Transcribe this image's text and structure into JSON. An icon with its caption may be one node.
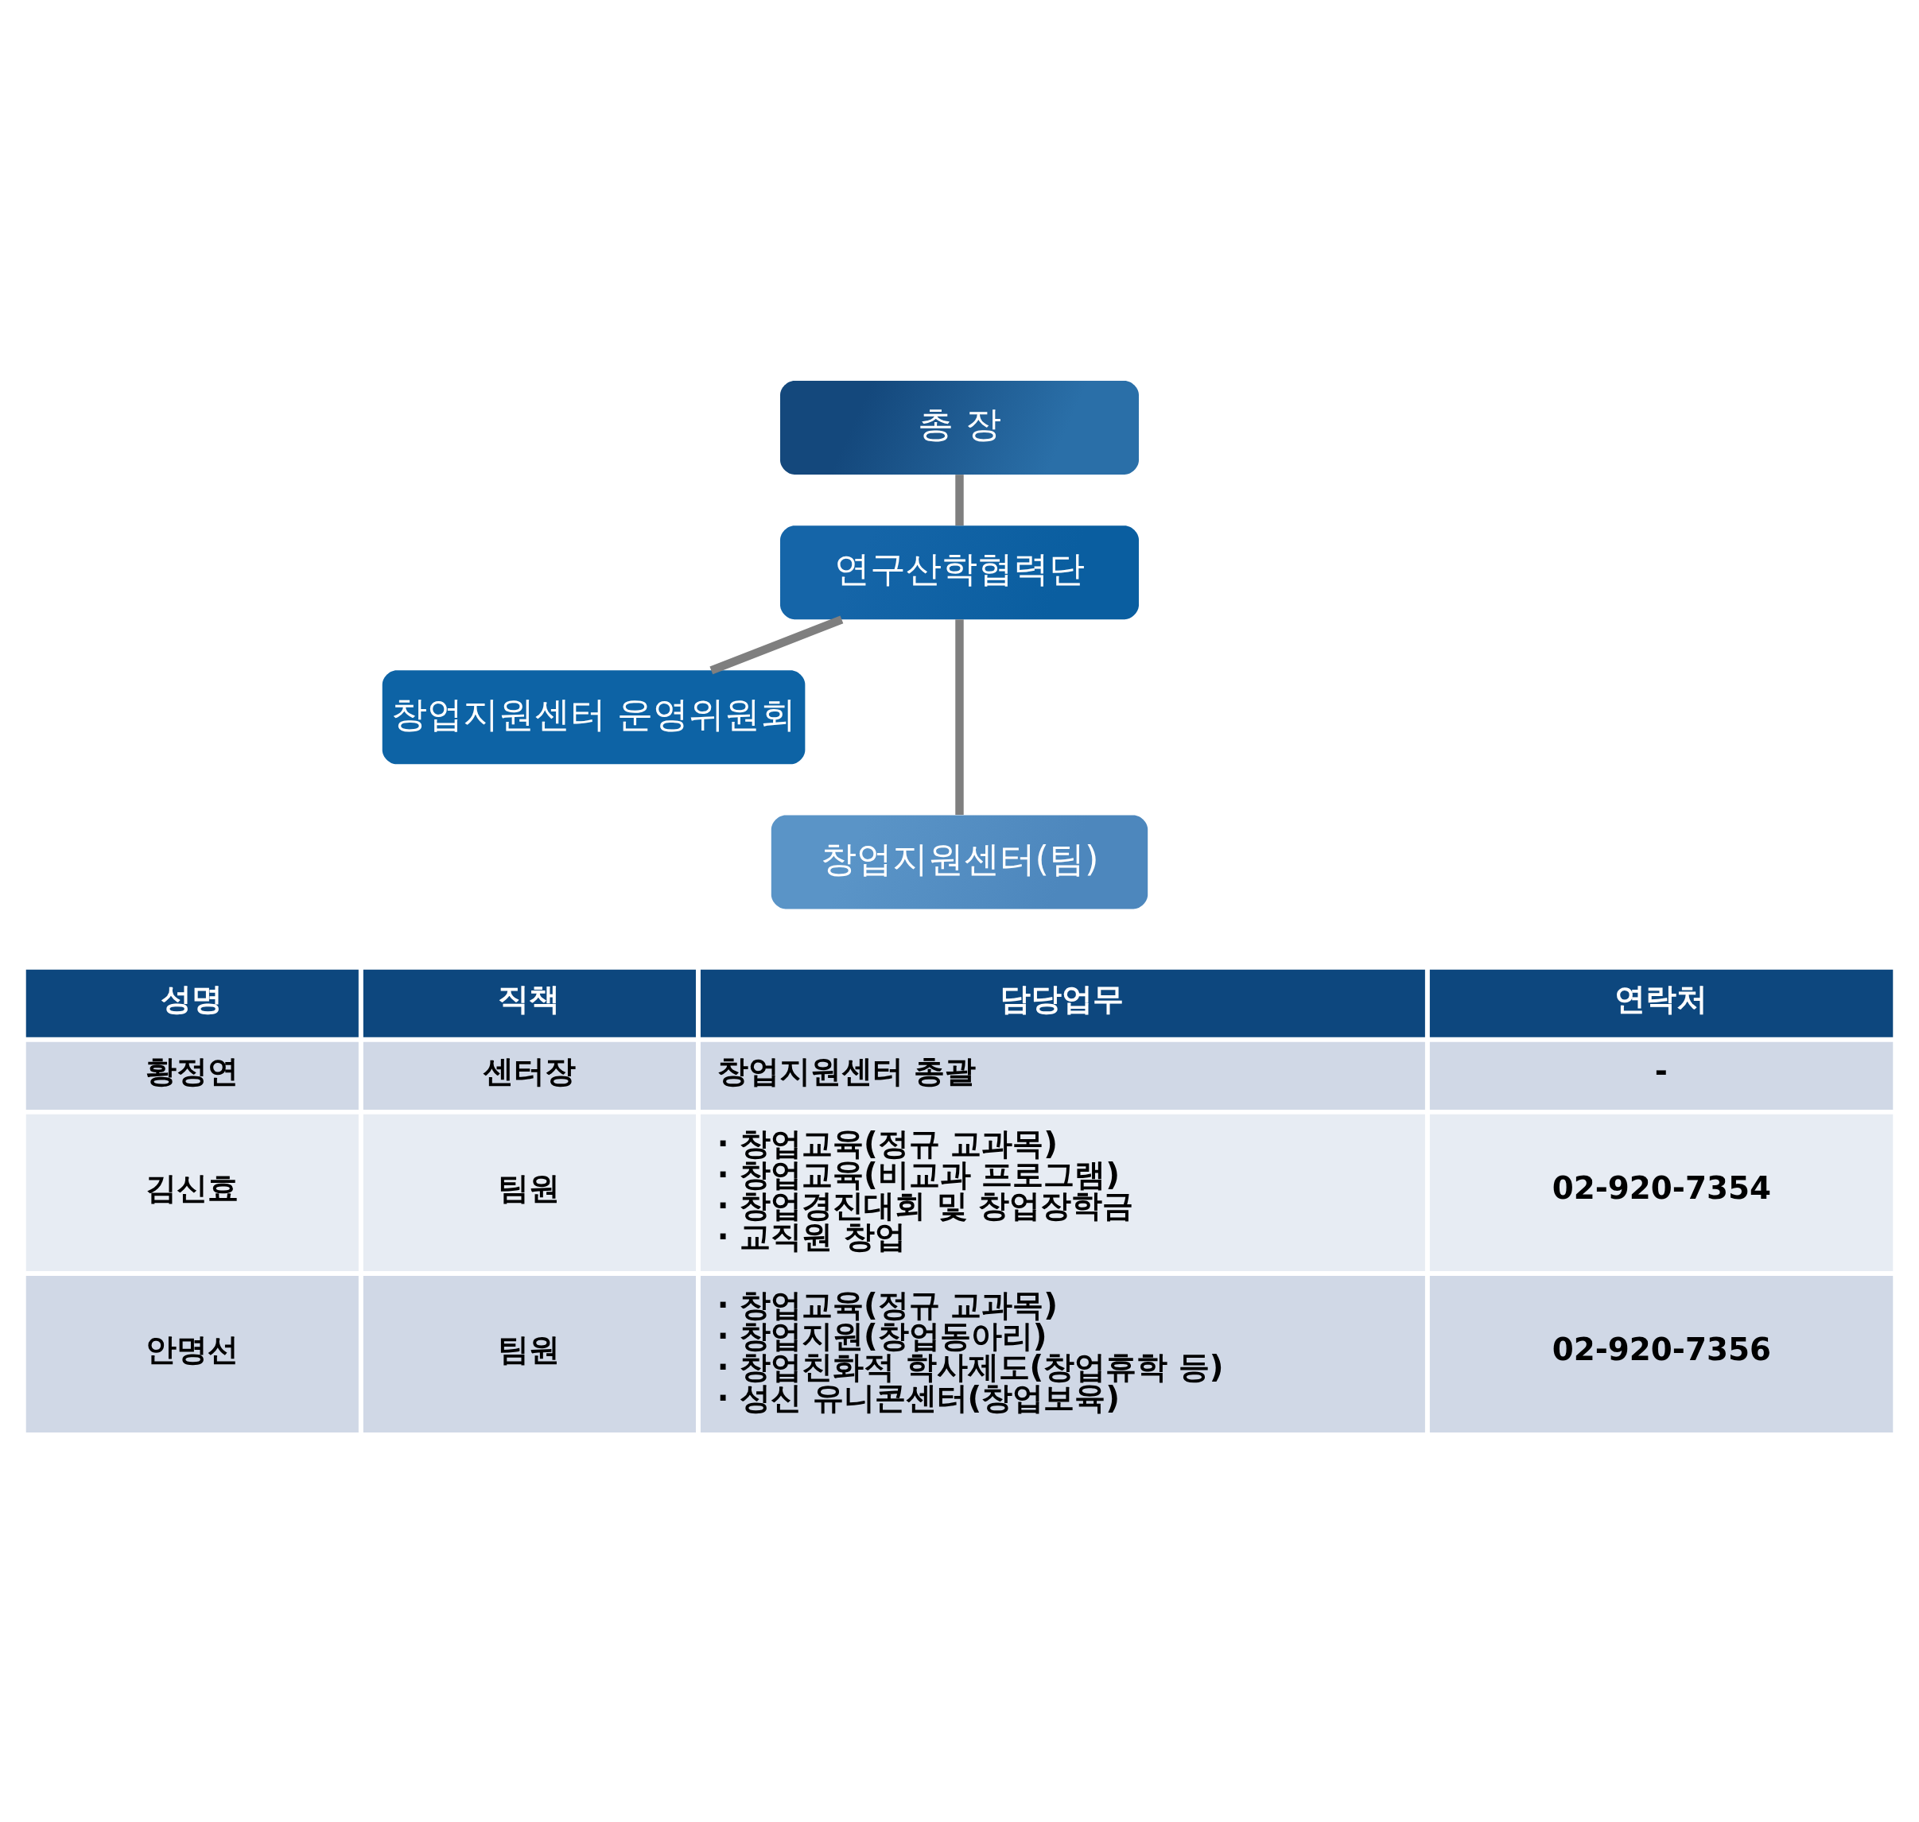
{
  "diagram": {
    "nodes": [
      {
        "text": [
          "총 장"
        ]
      },
      {
        "text": [
          "연구산학협력단"
        ]
      },
      {
        "text": [
          "창업지원센터 운영위원회"
        ]
      },
      {
        "text": [
          "창업지원센터(팀)"
        ]
      }
    ],
    "edges": [
      {
        "from": 0,
        "to": 1,
        "arrow": "none"
      },
      {
        "from": 1,
        "to": 2,
        "arrow": "none"
      },
      {
        "from": 1,
        "to": 3,
        "arrow": "none"
      }
    ],
    "labels": [
      "성명",
      "직책",
      "담당업무",
      "연락처",
      "황정연",
      "센터장",
      "창업지원센터 총괄",
      "-",
      "김신효",
      "팀원",
      "· 창업교육(정규 교과목)",
      "· 창업교육(비교과 프로그램)",
      "· 창업경진대회 및 창업장학금",
      "· 교직원 창업",
      "02-920-7354",
      "안명선",
      "팀원",
      "· 창업교육(정규 교과목)",
      "· 창업지원(창업동아리)",
      "· 창업친화적 학사제도(창업휴학 등)",
      "· 성신 유니콘센터(창업보육)",
      "02-920-7356"
    ]
  }
}
